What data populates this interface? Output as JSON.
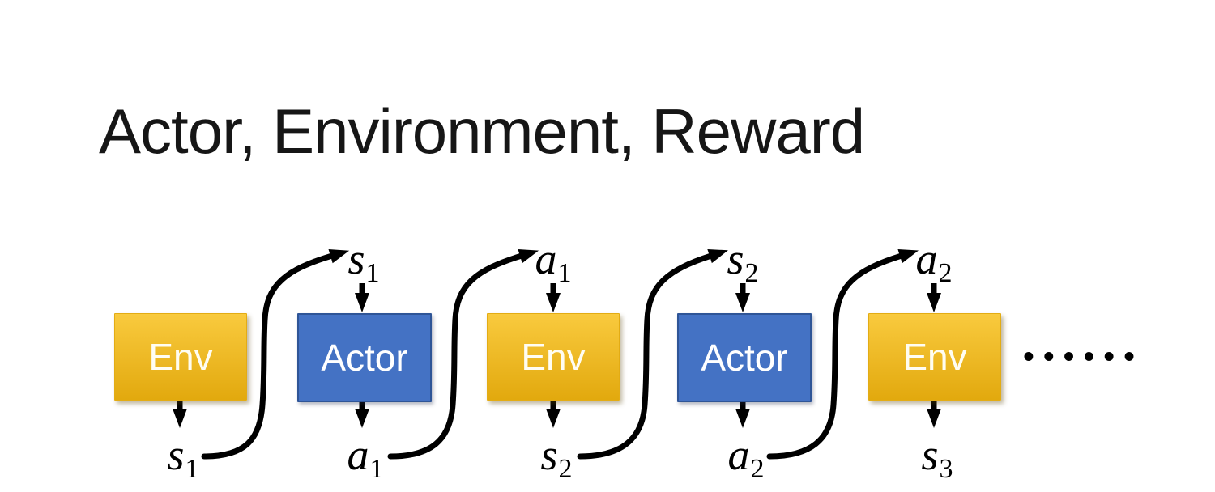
{
  "title": "Actor, Environment, Reward",
  "colors": {
    "env_top": "#F9CA3E",
    "env_bottom": "#E2A90E",
    "actor_fill": "#4472C4",
    "actor_border": "#2F5597",
    "arrow": "#000000",
    "box_text": "#FFFFFF",
    "title_color": "#161616",
    "bg": "#FFFFFF"
  },
  "boxes": [
    {
      "type": "env",
      "label": "Env"
    },
    {
      "type": "actor",
      "label": "Actor"
    },
    {
      "type": "env",
      "label": "Env"
    },
    {
      "type": "actor",
      "label": "Actor"
    },
    {
      "type": "env",
      "label": "Env"
    }
  ],
  "top_labels": [
    {
      "base": "s",
      "sub": "1"
    },
    {
      "base": "a",
      "sub": "1"
    },
    {
      "base": "s",
      "sub": "2"
    },
    {
      "base": "a",
      "sub": "2"
    }
  ],
  "bottom_labels": [
    {
      "base": "s",
      "sub": "1"
    },
    {
      "base": "a",
      "sub": "1"
    },
    {
      "base": "s",
      "sub": "2"
    },
    {
      "base": "a",
      "sub": "2"
    },
    {
      "base": "s",
      "sub": "3"
    }
  ],
  "ellipsis": "••••••"
}
